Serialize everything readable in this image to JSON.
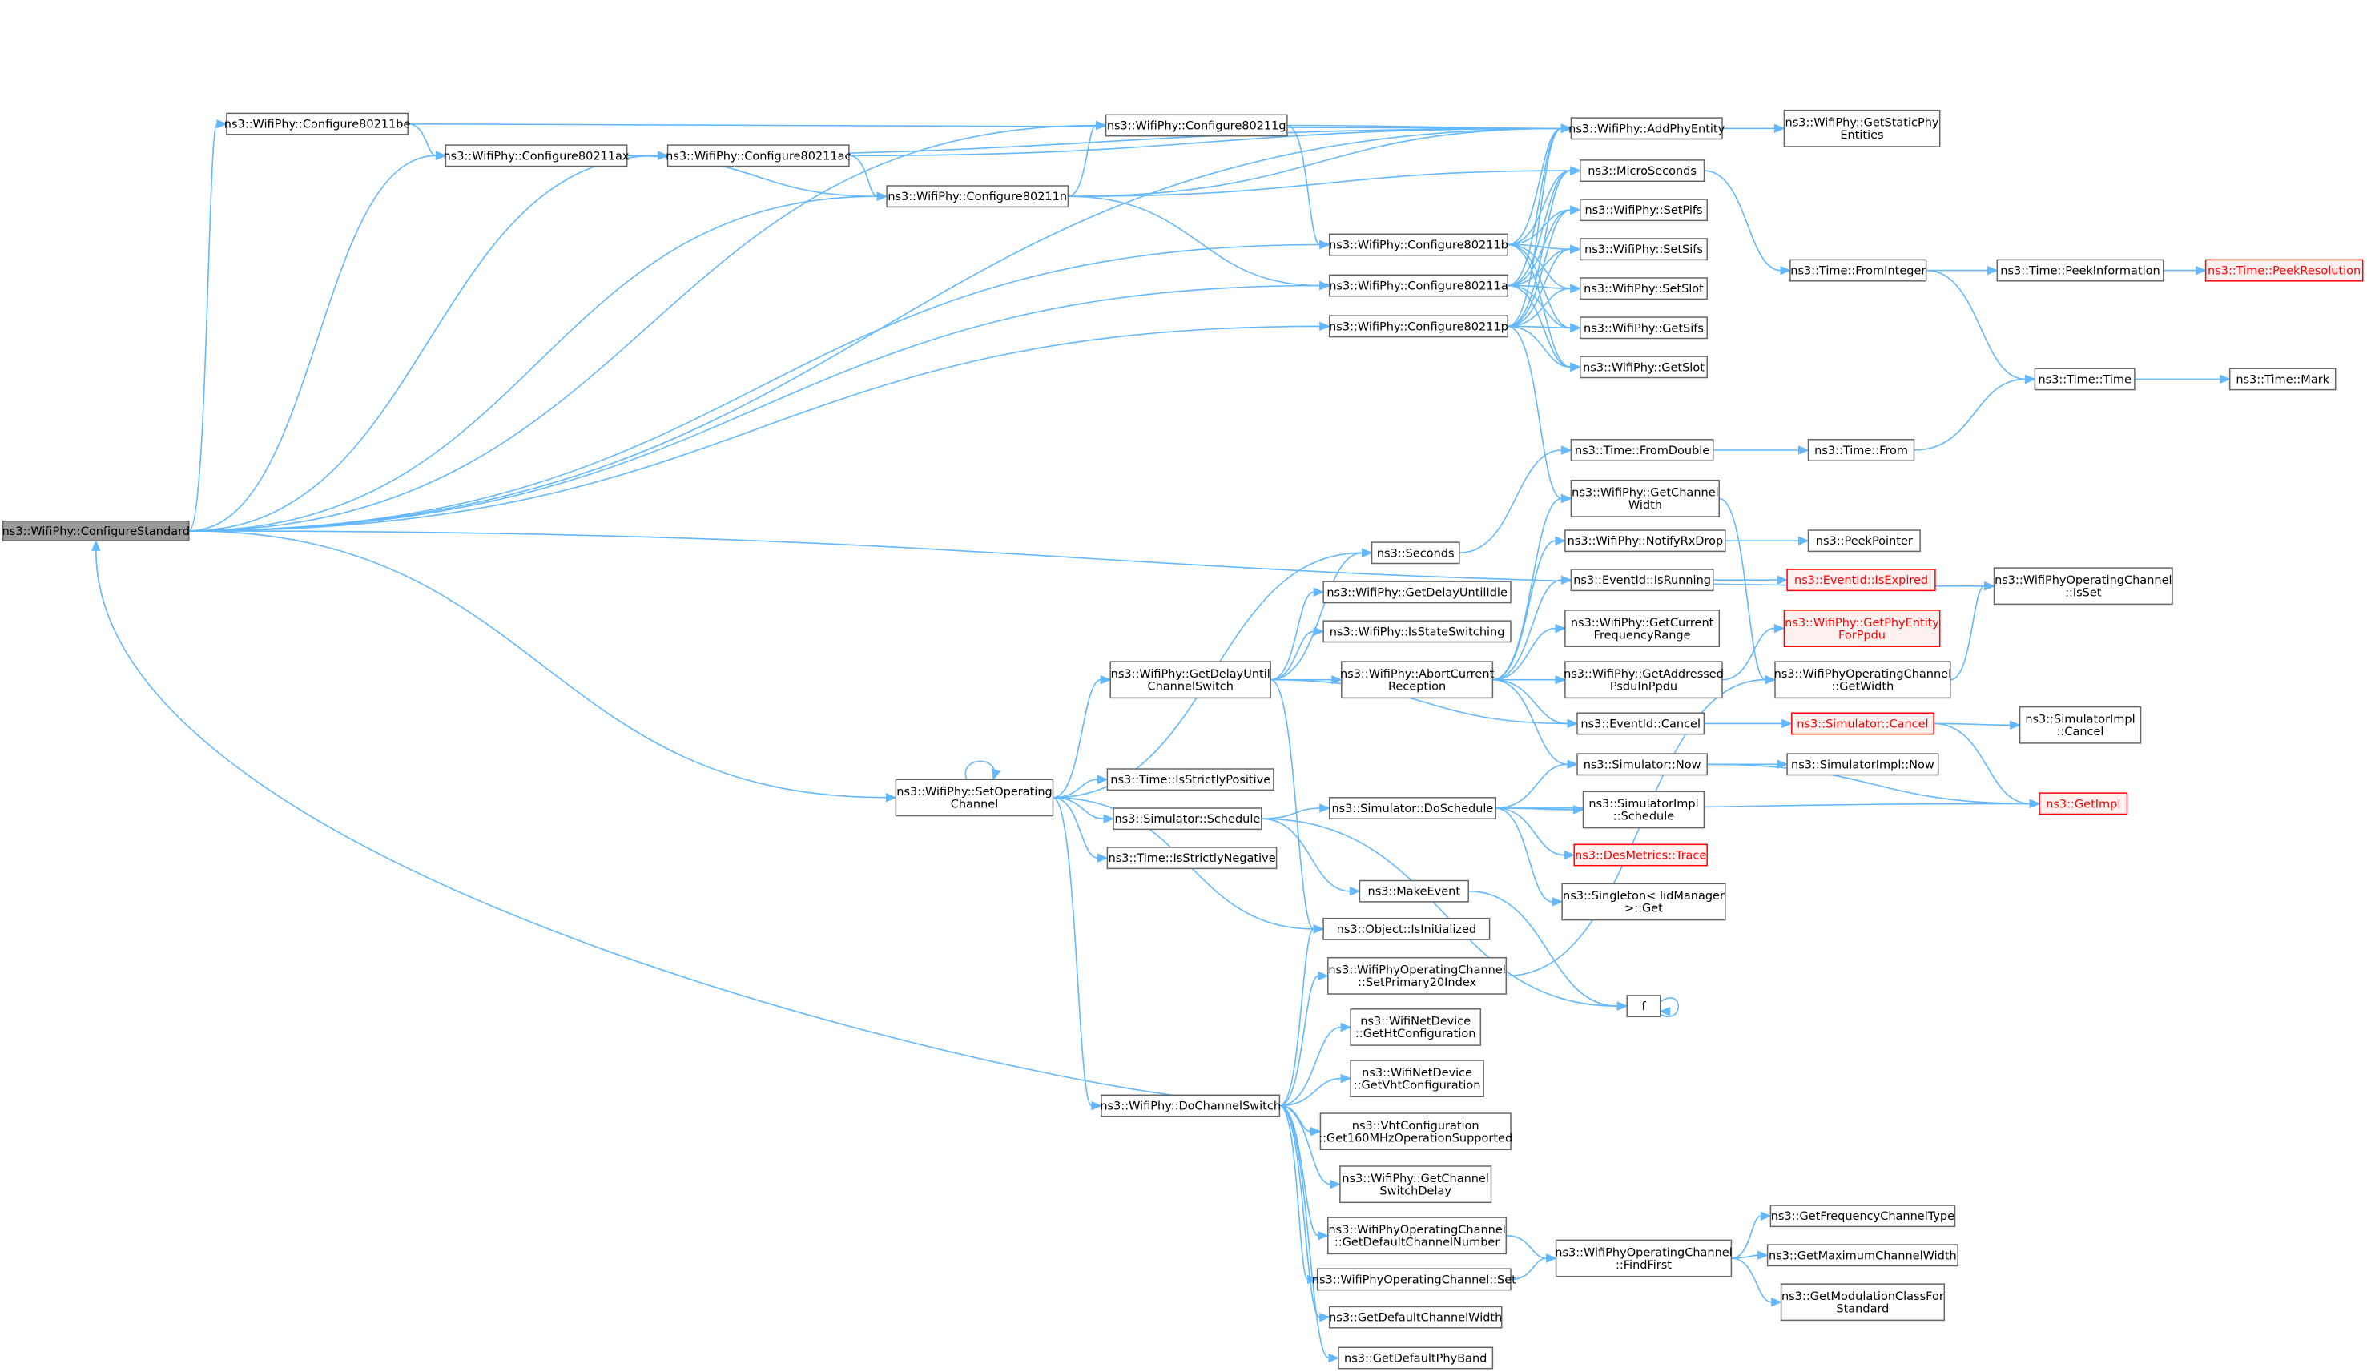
{
  "colors": {
    "edge": "#63b8ff",
    "node_border": "#666666",
    "root_fill": "#999999",
    "truncated_border": "#ff0000"
  },
  "nodes": [
    {
      "id": "ConfigureStandard",
      "lines": [
        "ns3::WifiPhy::ConfigureStandard"
      ],
      "style": "root"
    },
    {
      "id": "Configure80211be",
      "lines": [
        "ns3::WifiPhy::Configure80211be"
      ]
    },
    {
      "id": "Configure80211ax",
      "lines": [
        "ns3::WifiPhy::Configure80211ax"
      ]
    },
    {
      "id": "Configure80211ac",
      "lines": [
        "ns3::WifiPhy::Configure80211ac"
      ]
    },
    {
      "id": "Configure80211n",
      "lines": [
        "ns3::WifiPhy::Configure80211n"
      ]
    },
    {
      "id": "Configure80211g",
      "lines": [
        "ns3::WifiPhy::Configure80211g"
      ]
    },
    {
      "id": "Configure80211b",
      "lines": [
        "ns3::WifiPhy::Configure80211b"
      ]
    },
    {
      "id": "Configure80211a",
      "lines": [
        "ns3::WifiPhy::Configure80211a"
      ]
    },
    {
      "id": "Configure80211p",
      "lines": [
        "ns3::WifiPhy::Configure80211p"
      ]
    },
    {
      "id": "AddPhyEntity",
      "lines": [
        "ns3::WifiPhy::AddPhyEntity"
      ]
    },
    {
      "id": "GetStaticPhyEntities",
      "lines": [
        "ns3::WifiPhy::GetStaticPhy",
        "Entities"
      ]
    },
    {
      "id": "MicroSeconds",
      "lines": [
        "ns3::MicroSeconds"
      ]
    },
    {
      "id": "SetPifs",
      "lines": [
        "ns3::WifiPhy::SetPifs"
      ]
    },
    {
      "id": "SetSifs",
      "lines": [
        "ns3::WifiPhy::SetSifs"
      ]
    },
    {
      "id": "SetSlot",
      "lines": [
        "ns3::WifiPhy::SetSlot"
      ]
    },
    {
      "id": "GetSifs",
      "lines": [
        "ns3::WifiPhy::GetSifs"
      ]
    },
    {
      "id": "GetSlot",
      "lines": [
        "ns3::WifiPhy::GetSlot"
      ]
    },
    {
      "id": "FromInteger",
      "lines": [
        "ns3::Time::FromInteger"
      ]
    },
    {
      "id": "PeekInformation",
      "lines": [
        "ns3::Time::PeekInformation"
      ]
    },
    {
      "id": "PeekResolution",
      "lines": [
        "ns3::Time::PeekResolution"
      ],
      "style": "red"
    },
    {
      "id": "TimeTime",
      "lines": [
        "ns3::Time::Time"
      ]
    },
    {
      "id": "TimeMark",
      "lines": [
        "ns3::Time::Mark"
      ]
    },
    {
      "id": "FromDouble",
      "lines": [
        "ns3::Time::FromDouble"
      ]
    },
    {
      "id": "TimeFrom",
      "lines": [
        "ns3::Time::From"
      ]
    },
    {
      "id": "GetChannelWidth",
      "lines": [
        "ns3::WifiPhy::GetChannel",
        "Width"
      ]
    },
    {
      "id": "IsSet",
      "lines": [
        "ns3::WifiPhyOperatingChannel",
        "::IsSet"
      ]
    },
    {
      "id": "NotifyRxDrop",
      "lines": [
        "ns3::WifiPhy::NotifyRxDrop"
      ]
    },
    {
      "id": "PeekPointer",
      "lines": [
        "ns3::PeekPointer"
      ]
    },
    {
      "id": "IsRunning",
      "lines": [
        "ns3::EventId::IsRunning"
      ]
    },
    {
      "id": "IsExpired",
      "lines": [
        "ns3::EventId::IsExpired"
      ],
      "style": "red"
    },
    {
      "id": "GetCurrentFrequencyRange",
      "lines": [
        "ns3::WifiPhy::GetCurrent",
        "FrequencyRange"
      ]
    },
    {
      "id": "GetPhyEntityForPpdu",
      "lines": [
        "ns3::WifiPhy::GetPhyEntity",
        "ForPpdu"
      ],
      "style": "red"
    },
    {
      "id": "GetAddressedPsduInPpdu",
      "lines": [
        "ns3::WifiPhy::GetAddressed",
        "PsduInPpdu"
      ]
    },
    {
      "id": "OpChGetWidth",
      "lines": [
        "ns3::WifiPhyOperatingChannel",
        "::GetWidth"
      ]
    },
    {
      "id": "EventIdCancel",
      "lines": [
        "ns3::EventId::Cancel"
      ]
    },
    {
      "id": "SimulatorCancel",
      "lines": [
        "ns3::Simulator::Cancel"
      ],
      "style": "red"
    },
    {
      "id": "SimulatorImplCancel",
      "lines": [
        "ns3::SimulatorImpl",
        "::Cancel"
      ]
    },
    {
      "id": "SimulatorNow",
      "lines": [
        "ns3::Simulator::Now"
      ]
    },
    {
      "id": "SimulatorImplNow",
      "lines": [
        "ns3::SimulatorImpl::Now"
      ]
    },
    {
      "id": "GetImpl",
      "lines": [
        "ns3::GetImpl"
      ],
      "style": "red"
    },
    {
      "id": "Seconds",
      "lines": [
        "ns3::Seconds"
      ]
    },
    {
      "id": "GetDelayUntilIdle",
      "lines": [
        "ns3::WifiPhy::GetDelayUntilIdle"
      ]
    },
    {
      "id": "IsStateSwitching",
      "lines": [
        "ns3::WifiPhy::IsStateSwitching"
      ]
    },
    {
      "id": "GetDelayUntilChannelSwitch",
      "lines": [
        "ns3::WifiPhy::GetDelayUntil",
        "ChannelSwitch"
      ]
    },
    {
      "id": "AbortCurrentReception",
      "lines": [
        "ns3::WifiPhy::AbortCurrent",
        "Reception"
      ]
    },
    {
      "id": "SetOperatingChannel",
      "lines": [
        "ns3::WifiPhy::SetOperating",
        "Channel"
      ]
    },
    {
      "id": "IsStrictlyPositive",
      "lines": [
        "ns3::Time::IsStrictlyPositive"
      ]
    },
    {
      "id": "SimulatorSchedule",
      "lines": [
        "ns3::Simulator::Schedule"
      ]
    },
    {
      "id": "IsStrictlyNegative",
      "lines": [
        "ns3::Time::IsStrictlyNegative"
      ]
    },
    {
      "id": "DoSchedule",
      "lines": [
        "ns3::Simulator::DoSchedule"
      ]
    },
    {
      "id": "SimulatorImplSchedule",
      "lines": [
        "ns3::SimulatorImpl",
        "::Schedule"
      ]
    },
    {
      "id": "DesMetricsTrace",
      "lines": [
        "ns3::DesMetrics::Trace"
      ],
      "style": "red"
    },
    {
      "id": "SingletonGet",
      "lines": [
        "ns3::Singleton< IidManager",
        ">::Get"
      ]
    },
    {
      "id": "MakeEvent",
      "lines": [
        "ns3::MakeEvent"
      ]
    },
    {
      "id": "IsInitialized",
      "lines": [
        "ns3::Object::IsInitialized"
      ]
    },
    {
      "id": "f",
      "lines": [
        "f"
      ]
    },
    {
      "id": "SetPrimary20Index",
      "lines": [
        "ns3::WifiPhyOperatingChannel",
        "::SetPrimary20Index"
      ]
    },
    {
      "id": "GetHtConfiguration",
      "lines": [
        "ns3::WifiNetDevice",
        "::GetHtConfiguration"
      ]
    },
    {
      "id": "GetVhtConfiguration",
      "lines": [
        "ns3::WifiNetDevice",
        "::GetVhtConfiguration"
      ]
    },
    {
      "id": "Get160MHz",
      "lines": [
        "ns3::VhtConfiguration",
        "::Get160MHzOperationSupported"
      ]
    },
    {
      "id": "GetChannelSwitchDelay",
      "lines": [
        "ns3::WifiPhy::GetChannel",
        "SwitchDelay"
      ]
    },
    {
      "id": "GetDefaultChannelNumber",
      "lines": [
        "ns3::WifiPhyOperatingChannel",
        "::GetDefaultChannelNumber"
      ]
    },
    {
      "id": "OpChSet",
      "lines": [
        "ns3::WifiPhyOperatingChannel::Set"
      ]
    },
    {
      "id": "GetDefaultChannelWidth",
      "lines": [
        "ns3::GetDefaultChannelWidth"
      ]
    },
    {
      "id": "GetDefaultPhyBand",
      "lines": [
        "ns3::GetDefaultPhyBand"
      ]
    },
    {
      "id": "FindFirst",
      "lines": [
        "ns3::WifiPhyOperatingChannel",
        "::FindFirst"
      ]
    },
    {
      "id": "GetFrequencyChannelType",
      "lines": [
        "ns3::GetFrequencyChannelType"
      ]
    },
    {
      "id": "GetMaximumChannelWidth",
      "lines": [
        "ns3::GetMaximumChannelWidth"
      ]
    },
    {
      "id": "GetModulationClassForStandard",
      "lines": [
        "ns3::GetModulationClassFor",
        "Standard"
      ]
    },
    {
      "id": "DoChannelSwitch",
      "lines": [
        "ns3::WifiPhy::DoChannelSwitch"
      ]
    }
  ],
  "edges": [
    [
      "ConfigureStandard",
      "Configure80211be"
    ],
    [
      "ConfigureStandard",
      "Configure80211ax"
    ],
    [
      "ConfigureStandard",
      "Configure80211ac"
    ],
    [
      "ConfigureStandard",
      "Configure80211n"
    ],
    [
      "ConfigureStandard",
      "Configure80211g"
    ],
    [
      "ConfigureStandard",
      "AddPhyEntity"
    ],
    [
      "ConfigureStandard",
      "Configure80211b"
    ],
    [
      "ConfigureStandard",
      "Configure80211a"
    ],
    [
      "ConfigureStandard",
      "Configure80211p"
    ],
    [
      "ConfigureStandard",
      "IsSet"
    ],
    [
      "ConfigureStandard",
      "SetOperatingChannel"
    ],
    [
      "Configure80211be",
      "Configure80211ax"
    ],
    [
      "Configure80211be",
      "AddPhyEntity"
    ],
    [
      "Configure80211ax",
      "Configure80211ac"
    ],
    [
      "Configure80211ax",
      "Configure80211n"
    ],
    [
      "Configure80211ax",
      "AddPhyEntity"
    ],
    [
      "Configure80211ac",
      "Configure80211n"
    ],
    [
      "Configure80211ac",
      "AddPhyEntity"
    ],
    [
      "Configure80211n",
      "Configure80211g"
    ],
    [
      "Configure80211n",
      "AddPhyEntity"
    ],
    [
      "Configure80211n",
      "MicroSeconds"
    ],
    [
      "Configure80211n",
      "Configure80211a"
    ],
    [
      "Configure80211g",
      "AddPhyEntity"
    ],
    [
      "Configure80211g",
      "Configure80211b"
    ],
    [
      "Configure80211b",
      "AddPhyEntity"
    ],
    [
      "Configure80211b",
      "MicroSeconds"
    ],
    [
      "Configure80211b",
      "SetPifs"
    ],
    [
      "Configure80211b",
      "SetSifs"
    ],
    [
      "Configure80211b",
      "SetSlot"
    ],
    [
      "Configure80211b",
      "GetSifs"
    ],
    [
      "Configure80211b",
      "GetSlot"
    ],
    [
      "Configure80211a",
      "AddPhyEntity"
    ],
    [
      "Configure80211a",
      "MicroSeconds"
    ],
    [
      "Configure80211a",
      "SetPifs"
    ],
    [
      "Configure80211a",
      "SetSifs"
    ],
    [
      "Configure80211a",
      "SetSlot"
    ],
    [
      "Configure80211a",
      "GetSifs"
    ],
    [
      "Configure80211a",
      "GetSlot"
    ],
    [
      "Configure80211p",
      "AddPhyEntity"
    ],
    [
      "Configure80211p",
      "MicroSeconds"
    ],
    [
      "Configure80211p",
      "SetPifs"
    ],
    [
      "Configure80211p",
      "SetSifs"
    ],
    [
      "Configure80211p",
      "SetSlot"
    ],
    [
      "Configure80211p",
      "GetSifs"
    ],
    [
      "Configure80211p",
      "GetSlot"
    ],
    [
      "Configure80211p",
      "GetChannelWidth"
    ],
    [
      "AddPhyEntity",
      "GetStaticPhyEntities"
    ],
    [
      "MicroSeconds",
      "FromInteger"
    ],
    [
      "FromInteger",
      "PeekInformation"
    ],
    [
      "FromInteger",
      "TimeTime"
    ],
    [
      "PeekInformation",
      "PeekResolution"
    ],
    [
      "TimeTime",
      "TimeMark"
    ],
    [
      "FromDouble",
      "TimeFrom"
    ],
    [
      "TimeFrom",
      "TimeTime"
    ],
    [
      "GetChannelWidth",
      "OpChGetWidth"
    ],
    [
      "OpChGetWidth",
      "IsSet"
    ],
    [
      "NotifyRxDrop",
      "PeekPointer"
    ],
    [
      "IsRunning",
      "IsExpired"
    ],
    [
      "GetAddressedPsduInPpdu",
      "GetPhyEntityForPpdu"
    ],
    [
      "EventIdCancel",
      "SimulatorCancel"
    ],
    [
      "SimulatorCancel",
      "SimulatorImplCancel"
    ],
    [
      "SimulatorCancel",
      "GetImpl"
    ],
    [
      "SimulatorNow",
      "SimulatorImplNow"
    ],
    [
      "SimulatorNow",
      "GetImpl"
    ],
    [
      "Seconds",
      "FromDouble"
    ],
    [
      "GetDelayUntilChannelSwitch",
      "Seconds"
    ],
    [
      "GetDelayUntilChannelSwitch",
      "GetDelayUntilIdle"
    ],
    [
      "GetDelayUntilChannelSwitch",
      "IsStateSwitching"
    ],
    [
      "GetDelayUntilChannelSwitch",
      "AbortCurrentReception"
    ],
    [
      "GetDelayUntilChannelSwitch",
      "EventIdCancel"
    ],
    [
      "GetDelayUntilChannelSwitch",
      "IsInitialized"
    ],
    [
      "AbortCurrentReception",
      "GetChannelWidth"
    ],
    [
      "AbortCurrentReception",
      "NotifyRxDrop"
    ],
    [
      "AbortCurrentReception",
      "IsRunning"
    ],
    [
      "AbortCurrentReception",
      "GetCurrentFrequencyRange"
    ],
    [
      "AbortCurrentReception",
      "GetAddressedPsduInPpdu"
    ],
    [
      "AbortCurrentReception",
      "EventIdCancel"
    ],
    [
      "AbortCurrentReception",
      "SimulatorNow"
    ],
    [
      "SetOperatingChannel",
      "SetOperatingChannel"
    ],
    [
      "SetOperatingChannel",
      "Seconds"
    ],
    [
      "SetOperatingChannel",
      "GetDelayUntilChannelSwitch"
    ],
    [
      "SetOperatingChannel",
      "IsStrictlyPositive"
    ],
    [
      "SetOperatingChannel",
      "SimulatorSchedule"
    ],
    [
      "SetOperatingChannel",
      "IsStrictlyNegative"
    ],
    [
      "SetOperatingChannel",
      "IsInitialized"
    ],
    [
      "SetOperatingChannel",
      "DoChannelSwitch"
    ],
    [
      "SimulatorSchedule",
      "DoSchedule"
    ],
    [
      "SimulatorSchedule",
      "MakeEvent"
    ],
    [
      "SimulatorSchedule",
      "f"
    ],
    [
      "DoSchedule",
      "SimulatorNow"
    ],
    [
      "DoSchedule",
      "SimulatorImplSchedule"
    ],
    [
      "DoSchedule",
      "DesMetricsTrace"
    ],
    [
      "DoSchedule",
      "SingletonGet"
    ],
    [
      "DoSchedule",
      "GetImpl"
    ],
    [
      "MakeEvent",
      "f"
    ],
    [
      "f",
      "f"
    ],
    [
      "SetPrimary20Index",
      "OpChGetWidth"
    ],
    [
      "DoChannelSwitch",
      "ConfigureStandard"
    ],
    [
      "DoChannelSwitch",
      "IsInitialized"
    ],
    [
      "DoChannelSwitch",
      "SetPrimary20Index"
    ],
    [
      "DoChannelSwitch",
      "GetHtConfiguration"
    ],
    [
      "DoChannelSwitch",
      "GetVhtConfiguration"
    ],
    [
      "DoChannelSwitch",
      "Get160MHz"
    ],
    [
      "DoChannelSwitch",
      "GetChannelSwitchDelay"
    ],
    [
      "DoChannelSwitch",
      "GetDefaultChannelNumber"
    ],
    [
      "DoChannelSwitch",
      "OpChSet"
    ],
    [
      "DoChannelSwitch",
      "GetDefaultChannelWidth"
    ],
    [
      "DoChannelSwitch",
      "GetDefaultPhyBand"
    ],
    [
      "GetDefaultChannelNumber",
      "FindFirst"
    ],
    [
      "OpChSet",
      "FindFirst"
    ],
    [
      "FindFirst",
      "GetFrequencyChannelType"
    ],
    [
      "FindFirst",
      "GetMaximumChannelWidth"
    ],
    [
      "FindFirst",
      "GetModulationClassForStandard"
    ]
  ]
}
